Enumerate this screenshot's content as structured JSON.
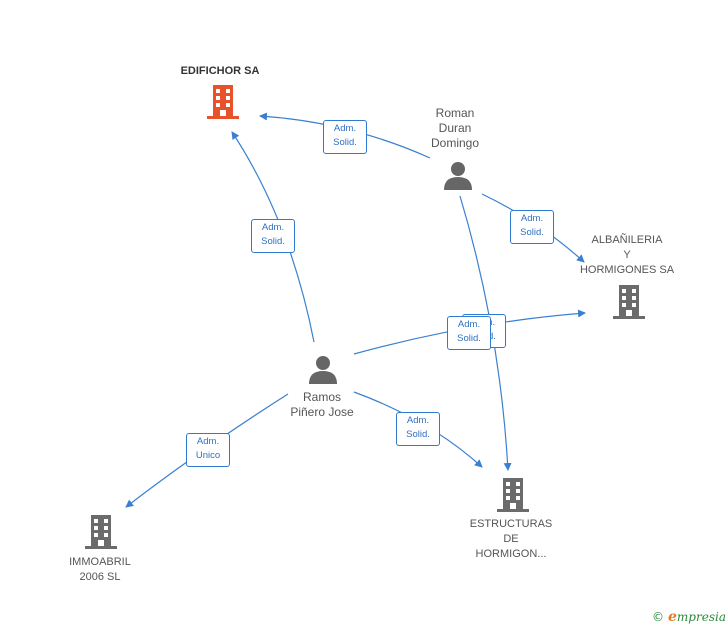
{
  "colors": {
    "edge": "#3b80d0",
    "company_main": "#e8522b",
    "company": "#6b6b6b",
    "person": "#666666"
  },
  "nodes": {
    "edifichor": {
      "label": "EDIFICHOR SA",
      "icon": "building-icon"
    },
    "roman": {
      "label": "Roman\nDuran\nDomingo",
      "icon": "person-icon"
    },
    "albanileria": {
      "label": "ALBAÑILERIA\nY\nHORMIGONES SA",
      "icon": "building-icon"
    },
    "ramos": {
      "label": "Ramos\nPiñero Jose",
      "icon": "person-icon"
    },
    "immoabril": {
      "label": "IMMOABRIL\n2006 SL",
      "icon": "building-icon"
    },
    "estructuras": {
      "label": "ESTRUCTURAS\nDE\nHORMIGON...",
      "icon": "building-icon"
    }
  },
  "edges": {
    "roman_edifichor": "Adm.\nSolid.",
    "ramos_edifichor": "Adm.\nSolid.",
    "roman_albanileria": "Adm.\nSolid.",
    "ramos_albanileria": "Adm.\nSolid.",
    "roman_estructuras": "Adm.\nSolid.",
    "ramos_estructuras": "Adm.\nSolid.",
    "ramos_immoabril": "Adm.\nUnico"
  },
  "brand": {
    "copyright": "©",
    "name_first": "e",
    "name_rest": "mpresia"
  }
}
